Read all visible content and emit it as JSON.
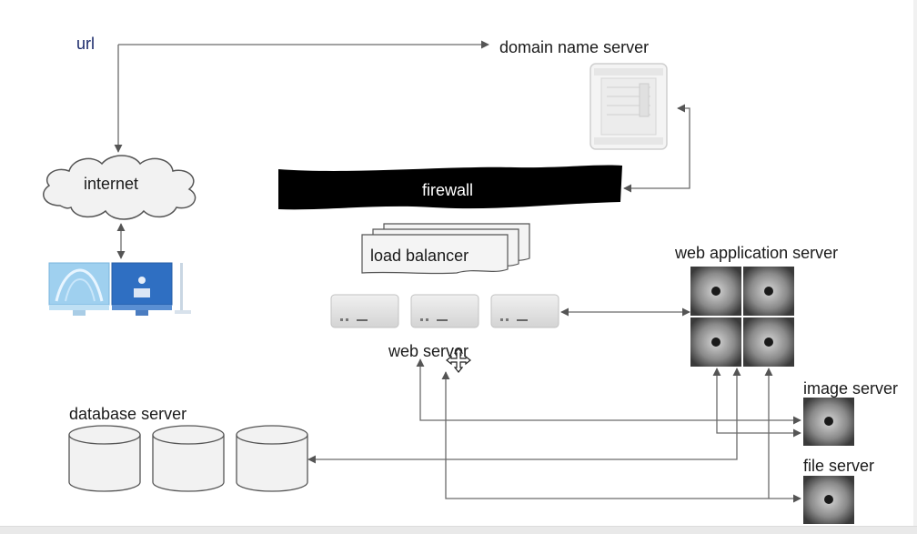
{
  "labels": {
    "url": "url",
    "dns": "domain name server",
    "internet": "internet",
    "firewall": "firewall",
    "load_balancer": "load balancer",
    "web_server": "web server",
    "web_app_server": "web application server",
    "image_server": "image server",
    "file_server": "file server",
    "database_server": "database server"
  },
  "icons": {
    "move_cursor": "move-cursor-icon",
    "server_tower": "mac-pro-tower-icon",
    "server_box": "mac-studio-icon",
    "app_server": "mac-pro-top-icon",
    "database": "database-cylinder-icon",
    "desktop": "imac-icon",
    "cloud": "cloud-icon"
  },
  "colors": {
    "line": "#6b6b6b",
    "url_text": "#1b2a6b",
    "firewall_fill": "#000000",
    "firewall_text": "#ffffff",
    "shape_fill": "#f2f2f2",
    "shape_stroke": "#555555",
    "dns_faded": "#c8c8c8",
    "imac_blue": "#2f6fc2",
    "imac_light": "#9fd0ef"
  }
}
